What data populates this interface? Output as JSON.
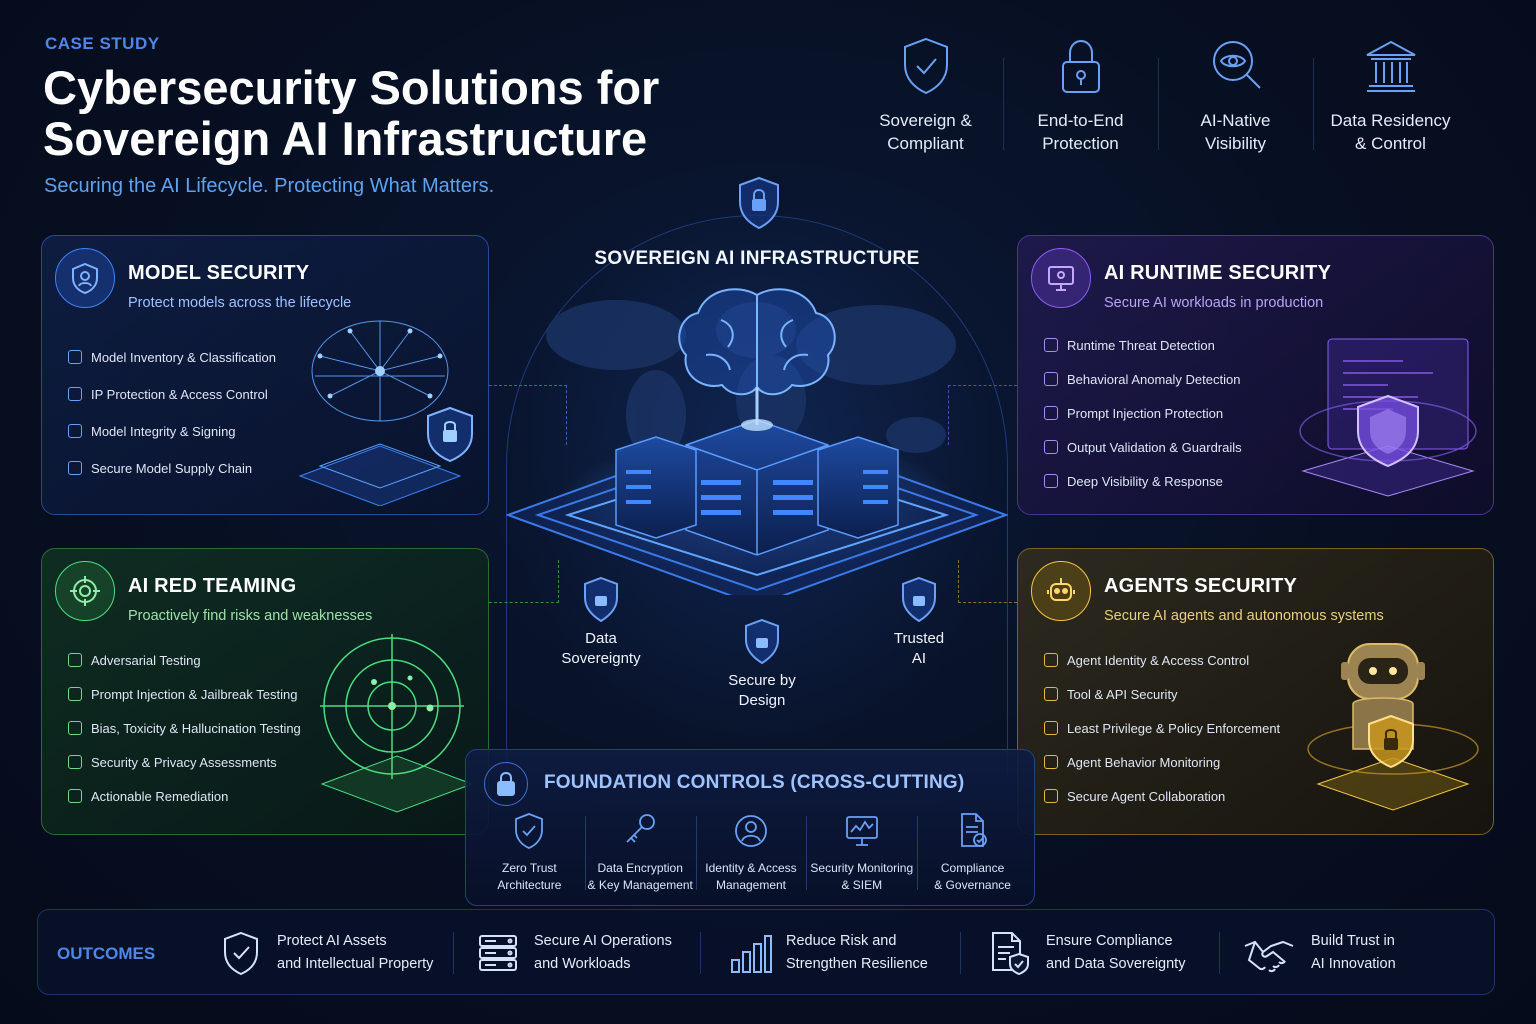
{
  "header": {
    "eyebrow": "CASE STUDY",
    "title": "Cybersecurity Solutions for Sovereign AI Infrastructure",
    "subtitle": "Securing the AI Lifecycle. Protecting What Matters."
  },
  "pillars": [
    {
      "label": "Sovereign &\nCompliant",
      "icon": "shield-check-icon"
    },
    {
      "label": "End-to-End\nProtection",
      "icon": "padlock-icon"
    },
    {
      "label": "AI-Native\nVisibility",
      "icon": "eye-magnifier-icon"
    },
    {
      "label": "Data Residency\n& Control",
      "icon": "institution-icon"
    }
  ],
  "center": {
    "title": "SOVEREIGN AI INFRASTRUCTURE",
    "tags": [
      "Data\nSovereignty",
      "Secure by\nDesign",
      "Trusted\nAI"
    ]
  },
  "sections": {
    "model_security": {
      "title": "MODEL SECURITY",
      "subtitle": "Protect models across the lifecycle",
      "items": [
        "Model Inventory & Classification",
        "IP Protection & Access Control",
        "Model Integrity & Signing",
        "Secure Model Supply Chain"
      ]
    },
    "runtime_security": {
      "title": "AI RUNTIME SECURITY",
      "subtitle": "Secure AI workloads in production",
      "items": [
        "Runtime Threat Detection",
        "Behavioral Anomaly Detection",
        "Prompt Injection Protection",
        "Output Validation & Guardrails",
        "Deep Visibility & Response"
      ]
    },
    "red_teaming": {
      "title": "AI RED TEAMING",
      "subtitle": "Proactively find risks and weaknesses",
      "items": [
        "Adversarial Testing",
        "Prompt Injection & Jailbreak Testing",
        "Bias, Toxicity & Hallucination Testing",
        "Security & Privacy Assessments",
        "Actionable Remediation"
      ]
    },
    "agents_security": {
      "title": "AGENTS SECURITY",
      "subtitle": "Secure AI agents and autonomous systems",
      "items": [
        "Agent Identity & Access Control",
        "Tool & API Security",
        "Least Privilege & Policy Enforcement",
        "Agent Behavior Monitoring",
        "Secure Agent Collaboration"
      ]
    }
  },
  "foundation": {
    "title": "FOUNDATION CONTROLS (CROSS-CUTTING)",
    "items": [
      {
        "label": "Zero Trust\nArchitecture",
        "icon": "shield-check-icon"
      },
      {
        "label": "Data Encryption\n& Key Management",
        "icon": "key-icon"
      },
      {
        "label": "Identity & Access\nManagement",
        "icon": "user-icon"
      },
      {
        "label": "Security Monitoring\n& SIEM",
        "icon": "monitor-chart-icon"
      },
      {
        "label": "Compliance\n& Governance",
        "icon": "document-check-icon"
      }
    ]
  },
  "outcomes": {
    "label": "OUTCOMES",
    "items": [
      {
        "label": "Protect AI Assets\nand Intellectual Property",
        "icon": "shield-check-icon"
      },
      {
        "label": "Secure AI Operations\nand Workloads",
        "icon": "server-stack-icon"
      },
      {
        "label": "Reduce Risk and\nStrengthen Resilience",
        "icon": "bar-chart-icon"
      },
      {
        "label": "Ensure Compliance\nand Data Sovereignty",
        "icon": "document-shield-icon"
      },
      {
        "label": "Build Trust in\nAI Innovation",
        "icon": "handshake-icon"
      }
    ]
  },
  "colors": {
    "accent": "#4f86e8",
    "model": "#3b82f6",
    "runtime": "#8b5cf6",
    "redteam": "#4ade80",
    "agents": "#f5c542"
  }
}
